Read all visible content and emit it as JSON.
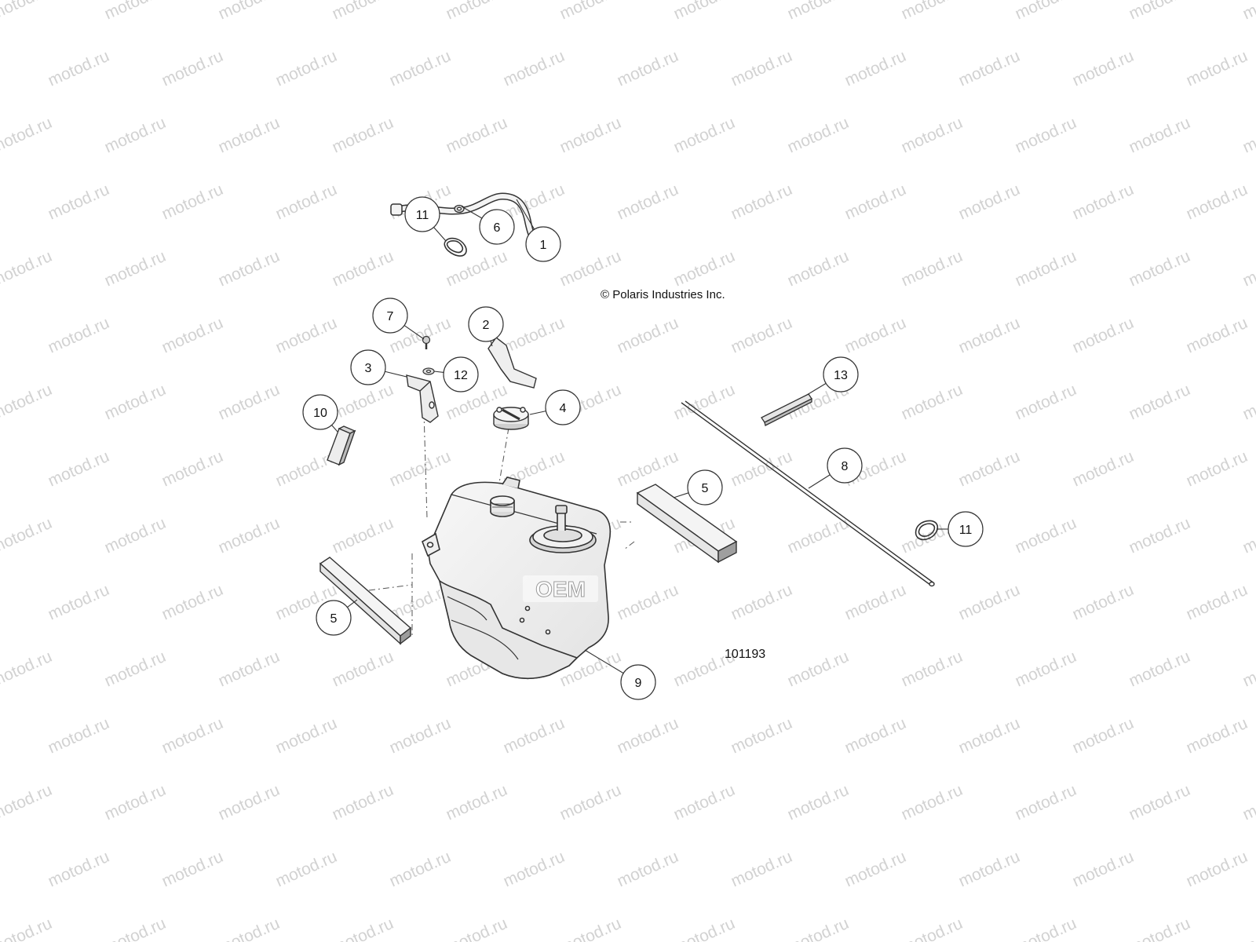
{
  "copyright": "© Polaris Industries Inc.",
  "diagram_id": "101193",
  "watermark": {
    "text": "motod.ru",
    "color": "#d2d2d2"
  },
  "logo_text": "OEM",
  "colors": {
    "line": "#333333",
    "callout_fill": "#ffffff",
    "part_fill": "#f2f2f2",
    "part_shade": "#bdbdbd"
  },
  "callouts": [
    {
      "label": "11"
    },
    {
      "label": "6"
    },
    {
      "label": "1"
    },
    {
      "label": "7"
    },
    {
      "label": "2"
    },
    {
      "label": "3"
    },
    {
      "label": "12"
    },
    {
      "label": "10"
    },
    {
      "label": "4"
    },
    {
      "label": "13"
    },
    {
      "label": "8"
    },
    {
      "label": "5"
    },
    {
      "label": "11"
    },
    {
      "label": "5"
    },
    {
      "label": "9"
    }
  ]
}
